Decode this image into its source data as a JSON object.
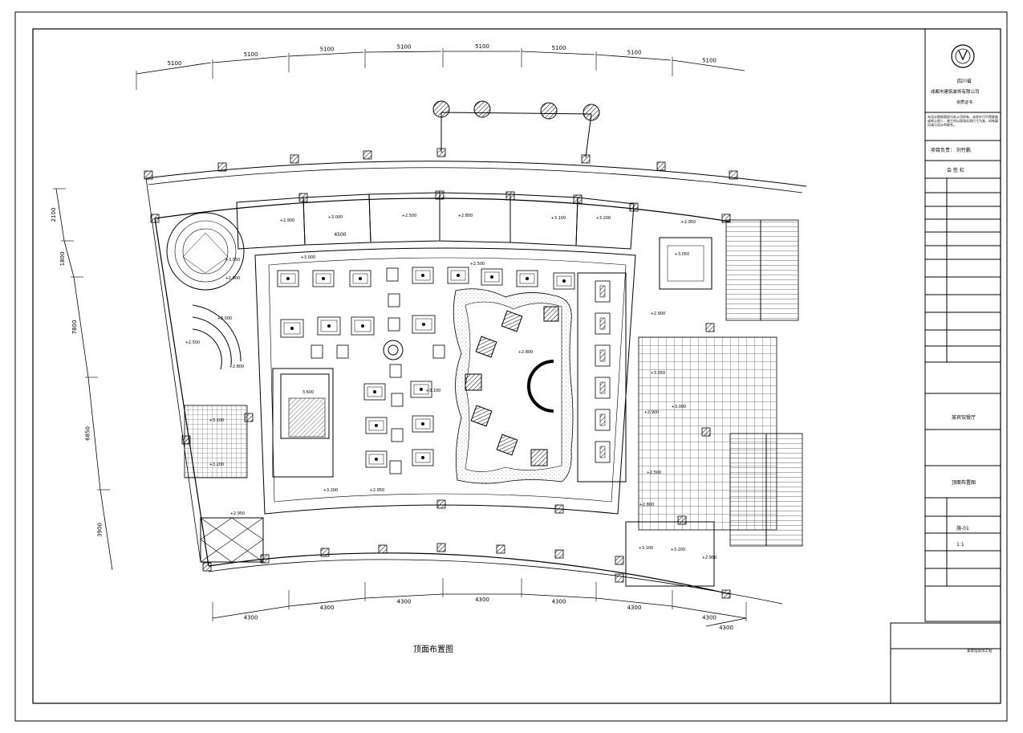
{
  "drawing": {
    "title": "顶面布置图",
    "dims_top": [
      "5100",
      "5100",
      "5100",
      "5100",
      "5100",
      "5100",
      "5100",
      "5100"
    ],
    "dims_bottom": [
      "4300",
      "4300",
      "4300",
      "4300",
      "4300",
      "4300",
      "4300",
      "4300"
    ],
    "dims_left": [
      "2100",
      "1800",
      "7800",
      "6850",
      "3900"
    ],
    "level_labels": [
      "+2.900",
      "+3.000",
      "+2.500",
      "+2.800",
      "+3.100",
      "+3.200",
      "+2.950",
      "+3.050"
    ],
    "note_labels": [
      "4500",
      "3.600"
    ]
  },
  "title_block": {
    "company_line1": "四川省",
    "company_line2": "成都市建筑装饰有限公司",
    "cert": "资质证书",
    "note": "本设计图纸版权归本公司所有，未经许可不得复制或转让他人，施工时以现场实测尺寸为准，如有疑问请与设计师联系。",
    "project_manager": "项目负责：  刘竹鹏",
    "roles_header": "会 签 栏",
    "project_name": "某宾馆餐厅",
    "drawing_name": "顶面布置图",
    "scale_value": "1:1",
    "sheet_no": "施-01",
    "footer": "某宾馆装饰工程"
  },
  "colors": {
    "line": "#000000",
    "background": "#ffffff",
    "hatch": "#555555"
  }
}
